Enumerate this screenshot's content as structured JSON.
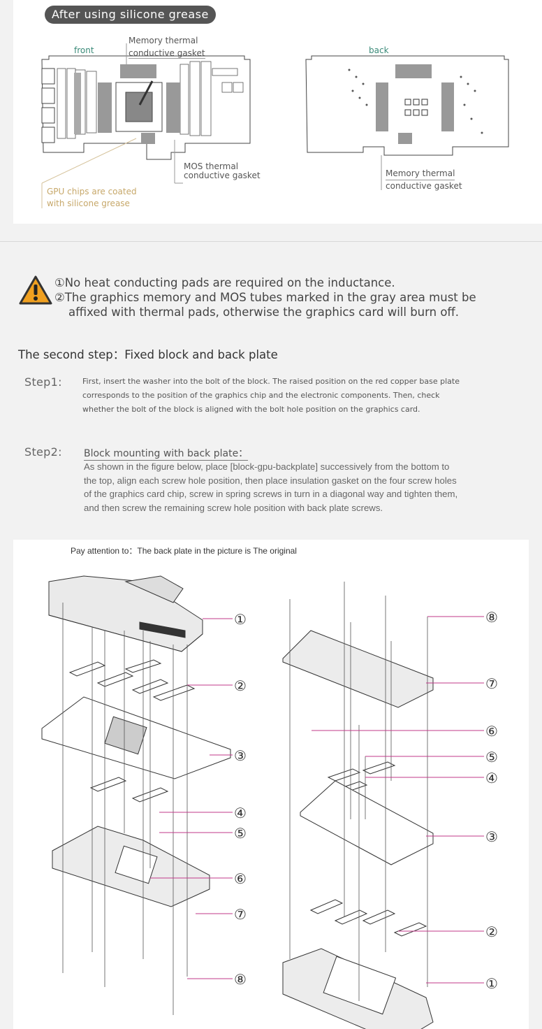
{
  "header": {
    "title": "After using silicone grease"
  },
  "diagram_top": {
    "front_label": "front",
    "back_label": "back",
    "memory_gasket_front": [
      "Memory thermal",
      "conductive gasket"
    ],
    "mos_gasket": [
      "MOS thermal",
      "conductive gasket"
    ],
    "gpu_note": [
      "GPU chips are coated",
      "with silicone grease"
    ],
    "memory_gasket_back": [
      "Memory thermal",
      "conductive gasket"
    ]
  },
  "warning": {
    "line1": "①No heat conducting pads are required on the inductance.",
    "line2": "②The graphics memory and MOS tubes marked in the gray area must be",
    "line3": "affixed with thermal pads, otherwise the graphics card will burn off."
  },
  "section": {
    "title": "The second step：Fixed block and back plate"
  },
  "step1": {
    "label": "Step1:",
    "line1": "First, insert the washer into the bolt of the block. The raised position on the red copper base plate",
    "line2": "corresponds to the position of the graphics chip and the electronic components. Then, check",
    "line3": "whether the bolt of the block is aligned with the bolt hole position on the graphics card."
  },
  "step2": {
    "label": "Step2:",
    "title": "Block mounting with back plate：",
    "line1": "As shown in the figure below, place [block-gpu-backplate] successively from the bottom to",
    "line2": "the top, align each screw hole position, then place insulation gasket on the four screw holes",
    "line3": "of the graphics card chip, screw in spring screws in turn in a diagonal way and tighten them,",
    "line4": "and then screw the remaining screw hole position with back plate screws."
  },
  "exploded": {
    "note": "Pay attention to：The back plate in the picture is The original",
    "left_callouts": [
      "①",
      "②",
      "③",
      "④",
      "⑤",
      "⑥",
      "⑦",
      "⑧"
    ],
    "right_callouts": [
      "⑧",
      "⑦",
      "⑥",
      "⑤",
      "④",
      "③",
      "②",
      "①"
    ],
    "accent_color": "#c0398a"
  }
}
